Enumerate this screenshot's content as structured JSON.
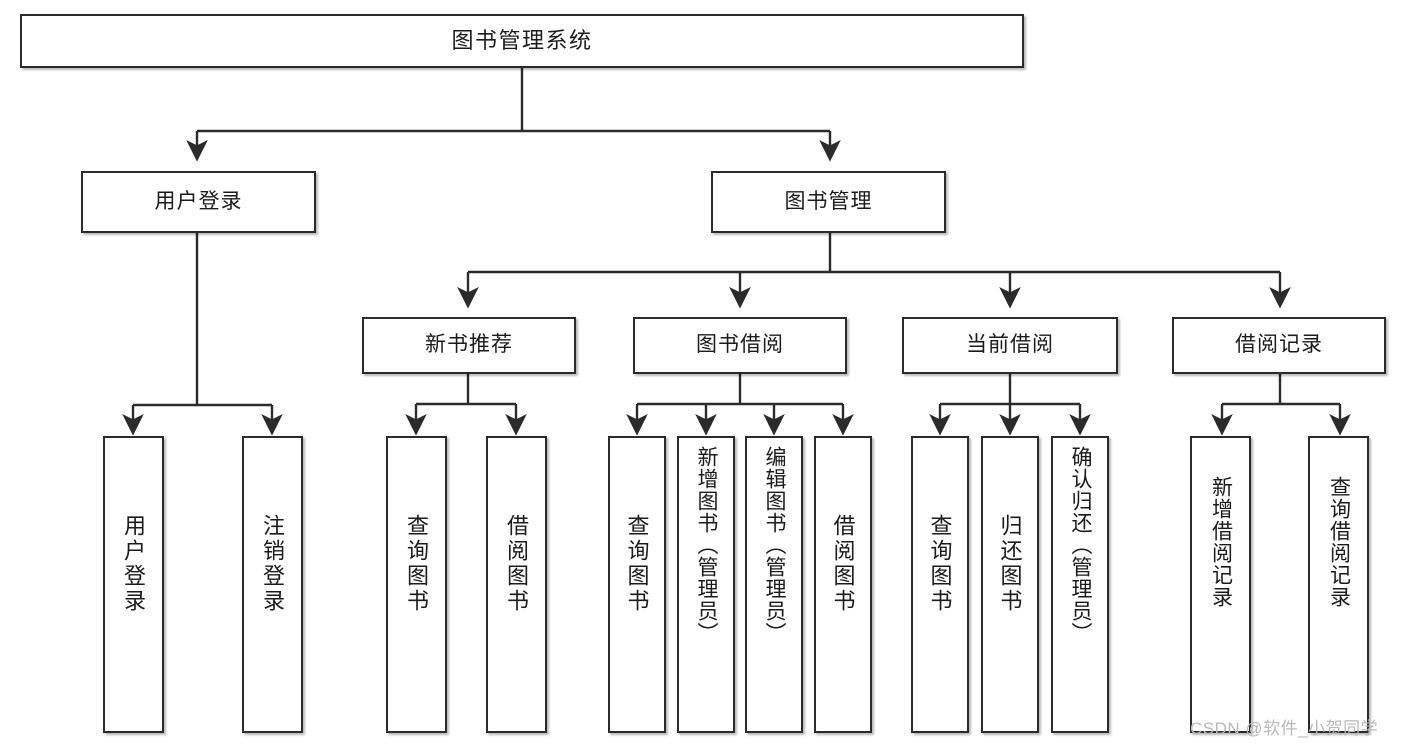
{
  "diagram": {
    "title": "图书管理系统",
    "type": "tree-hierarchy",
    "watermark": "CSDN @软件_小贺同学",
    "colors": {
      "border": "#2b2b2b",
      "fill": "#ffffff",
      "text": "#1b1b1b",
      "watermark": "#b9b9b9"
    },
    "nodes": {
      "root": {
        "label": "图书管理系统"
      },
      "level2": [
        {
          "label": "用户登录"
        },
        {
          "label": "图书管理"
        }
      ],
      "level3": [
        {
          "label": "新书推荐"
        },
        {
          "label": "图书借阅"
        },
        {
          "label": "当前借阅"
        },
        {
          "label": "借阅记录"
        }
      ],
      "leaves_user_login": [
        {
          "label": "用户登录"
        },
        {
          "label": "注销登录"
        }
      ],
      "leaves_new_book": [
        {
          "label": "查询图书"
        },
        {
          "label": "借阅图书"
        }
      ],
      "leaves_borrow": [
        {
          "label": "查询图书"
        },
        {
          "label": "新增图书（管理员）"
        },
        {
          "label": "编辑图书（管理员）"
        },
        {
          "label": "借阅图书"
        }
      ],
      "leaves_current": [
        {
          "label": "查询图书"
        },
        {
          "label": "归还图书"
        },
        {
          "label": "确认归还（管理员）"
        }
      ],
      "leaves_record": [
        {
          "label": "新增借阅记录"
        },
        {
          "label": "查询借阅记录"
        }
      ]
    }
  }
}
